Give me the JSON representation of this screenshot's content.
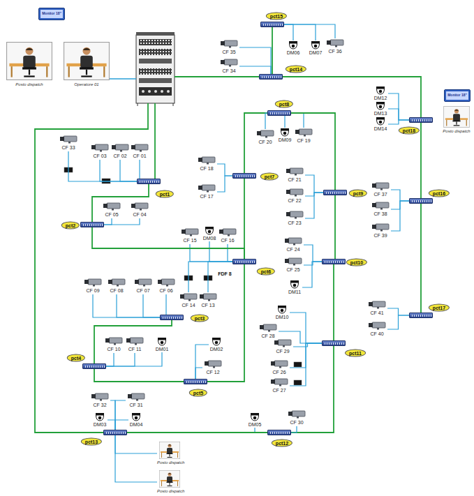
{
  "diagram": {
    "nodes": [
      {
        "text": [
          "Monitor 18''"
        ]
      },
      {
        "text": [
          "Posto dispatch"
        ]
      },
      {
        "text": [
          "Operatore 01"
        ]
      },
      {
        "text": [
          "pct15"
        ]
      },
      {
        "text": [
          "CF 35"
        ]
      },
      {
        "text": [
          "CF 34"
        ]
      },
      {
        "text": [
          "DM06"
        ]
      },
      {
        "text": [
          "DM07"
        ]
      },
      {
        "text": [
          "CF 36"
        ]
      },
      {
        "text": [
          "pct14"
        ]
      },
      {
        "text": [
          "DM12"
        ]
      },
      {
        "text": [
          "DM13"
        ]
      },
      {
        "text": [
          "DM14"
        ]
      },
      {
        "text": [
          "Monitor 18''"
        ]
      },
      {
        "text": [
          "Posto dispatch"
        ]
      },
      {
        "text": [
          "pct18"
        ]
      },
      {
        "text": [
          "pct16"
        ]
      },
      {
        "text": [
          "CF 37"
        ]
      },
      {
        "text": [
          "CF 38"
        ]
      },
      {
        "text": [
          "CF 39"
        ]
      },
      {
        "text": [
          "pct17"
        ]
      },
      {
        "text": [
          "CF 41"
        ]
      },
      {
        "text": [
          "CF 40"
        ]
      },
      {
        "text": [
          "CF 33"
        ]
      },
      {
        "text": [
          "CF 03"
        ]
      },
      {
        "text": [
          "CF 02"
        ]
      },
      {
        "text": [
          "CF 01"
        ]
      },
      {
        "text": [
          "pct1"
        ]
      },
      {
        "text": [
          "CF 05"
        ]
      },
      {
        "text": [
          "CF 04"
        ]
      },
      {
        "text": [
          "pct2"
        ]
      },
      {
        "text": [
          "CF 18"
        ]
      },
      {
        "text": [
          "CF 17"
        ]
      },
      {
        "text": [
          "pct7"
        ]
      },
      {
        "text": [
          "pct8"
        ]
      },
      {
        "text": [
          "CF 20"
        ]
      },
      {
        "text": [
          "DM09"
        ]
      },
      {
        "text": [
          "CF 19"
        ]
      },
      {
        "text": [
          "CF 21"
        ]
      },
      {
        "text": [
          "CF 22"
        ]
      },
      {
        "text": [
          "CF 23"
        ]
      },
      {
        "text": [
          "pct9"
        ]
      },
      {
        "text": [
          "CF 24"
        ]
      },
      {
        "text": [
          "CF 25"
        ]
      },
      {
        "text": [
          "DM11"
        ]
      },
      {
        "text": [
          "pct10"
        ]
      },
      {
        "text": [
          "DM10"
        ]
      },
      {
        "text": [
          "CF 28"
        ]
      },
      {
        "text": [
          "CF 29"
        ]
      },
      {
        "text": [
          "CF 26"
        ]
      },
      {
        "text": [
          "CF 27"
        ]
      },
      {
        "text": [
          "pct11"
        ]
      },
      {
        "text": [
          "DM05"
        ]
      },
      {
        "text": [
          "CF 30"
        ]
      },
      {
        "text": [
          "pct12"
        ]
      },
      {
        "text": [
          "CF 32"
        ]
      },
      {
        "text": [
          "DM03"
        ]
      },
      {
        "text": [
          "CF 31"
        ]
      },
      {
        "text": [
          "DM04"
        ]
      },
      {
        "text": [
          "pct13"
        ]
      },
      {
        "text": [
          "Posto dispatch"
        ]
      },
      {
        "text": [
          "Posto dispatch"
        ]
      },
      {
        "text": [
          "CF 15"
        ]
      },
      {
        "text": [
          "DM08"
        ]
      },
      {
        "text": [
          "CF 16"
        ]
      },
      {
        "text": [
          "CF 14"
        ]
      },
      {
        "text": [
          "CF 13"
        ]
      },
      {
        "text": [
          "pct6"
        ]
      },
      {
        "text": [
          "pct3"
        ]
      },
      {
        "text": [
          "CF 09"
        ]
      },
      {
        "text": [
          "CF 08"
        ]
      },
      {
        "text": [
          "CF 07"
        ]
      },
      {
        "text": [
          "CF 06"
        ]
      },
      {
        "text": [
          "CF 10"
        ]
      },
      {
        "text": [
          "CF 11"
        ]
      },
      {
        "text": [
          "DM01"
        ]
      },
      {
        "text": [
          "pct4"
        ]
      },
      {
        "text": [
          "DM02"
        ]
      },
      {
        "text": [
          "CF 12"
        ]
      },
      {
        "text": [
          "pct5"
        ]
      }
    ],
    "edges": [
      {
        "from": 4,
        "to": 9,
        "arrow": "none"
      },
      {
        "from": 5,
        "to": 9,
        "arrow": "none"
      },
      {
        "from": 6,
        "to": 3,
        "arrow": "none"
      },
      {
        "from": 7,
        "to": 3,
        "arrow": "none"
      },
      {
        "from": 8,
        "to": 3,
        "arrow": "none"
      },
      {
        "from": 3,
        "to": 9,
        "arrow": "none"
      },
      {
        "from": 9,
        "to": 15,
        "arrow": "none"
      },
      {
        "from": 10,
        "to": 15,
        "arrow": "none"
      },
      {
        "from": 11,
        "to": 15,
        "arrow": "none"
      },
      {
        "from": 12,
        "to": 15,
        "arrow": "none"
      },
      {
        "from": 15,
        "to": 16,
        "arrow": "none"
      },
      {
        "from": 16,
        "to": 20,
        "arrow": "none"
      },
      {
        "from": 17,
        "to": 16,
        "arrow": "none"
      },
      {
        "from": 18,
        "to": 16,
        "arrow": "none"
      },
      {
        "from": 19,
        "to": 16,
        "arrow": "none"
      },
      {
        "from": 21,
        "to": 20,
        "arrow": "none"
      },
      {
        "from": 22,
        "to": 20,
        "arrow": "none"
      },
      {
        "from": 23,
        "to": 27,
        "arrow": "none"
      },
      {
        "from": 24,
        "to": 27,
        "arrow": "none"
      },
      {
        "from": 25,
        "to": 27,
        "arrow": "none"
      },
      {
        "from": 26,
        "to": 27,
        "arrow": "none"
      },
      {
        "from": 27,
        "to": 30,
        "arrow": "none"
      },
      {
        "from": 28,
        "to": 30,
        "arrow": "none"
      },
      {
        "from": 29,
        "to": 30,
        "arrow": "none"
      },
      {
        "from": 31,
        "to": 33,
        "arrow": "none"
      },
      {
        "from": 32,
        "to": 33,
        "arrow": "none"
      },
      {
        "from": 33,
        "to": 34,
        "arrow": "none"
      },
      {
        "from": 35,
        "to": 34,
        "arrow": "none"
      },
      {
        "from": 36,
        "to": 34,
        "arrow": "none"
      },
      {
        "from": 37,
        "to": 34,
        "arrow": "none"
      },
      {
        "from": 34,
        "to": 41,
        "arrow": "none"
      },
      {
        "from": 38,
        "to": 41,
        "arrow": "none"
      },
      {
        "from": 39,
        "to": 41,
        "arrow": "none"
      },
      {
        "from": 40,
        "to": 41,
        "arrow": "none"
      },
      {
        "from": 41,
        "to": 45,
        "arrow": "none"
      },
      {
        "from": 42,
        "to": 45,
        "arrow": "none"
      },
      {
        "from": 43,
        "to": 45,
        "arrow": "none"
      },
      {
        "from": 44,
        "to": 45,
        "arrow": "none"
      },
      {
        "from": 45,
        "to": 51,
        "arrow": "none"
      },
      {
        "from": 46,
        "to": 51,
        "arrow": "none"
      },
      {
        "from": 47,
        "to": 51,
        "arrow": "none"
      },
      {
        "from": 48,
        "to": 51,
        "arrow": "none"
      },
      {
        "from": 49,
        "to": 51,
        "arrow": "none"
      },
      {
        "from": 50,
        "to": 51,
        "arrow": "none"
      },
      {
        "from": 51,
        "to": 54,
        "arrow": "none"
      },
      {
        "from": 52,
        "to": 54,
        "arrow": "none"
      },
      {
        "from": 53,
        "to": 54,
        "arrow": "none"
      },
      {
        "from": 54,
        "to": 59,
        "arrow": "none"
      },
      {
        "from": 55,
        "to": 59,
        "arrow": "none"
      },
      {
        "from": 56,
        "to": 59,
        "arrow": "none"
      },
      {
        "from": 57,
        "to": 59,
        "arrow": "none"
      },
      {
        "from": 58,
        "to": 59,
        "arrow": "none"
      },
      {
        "from": 59,
        "to": 60,
        "arrow": "none"
      },
      {
        "from": 59,
        "to": 61,
        "arrow": "none"
      },
      {
        "from": 62,
        "to": 67,
        "arrow": "none"
      },
      {
        "from": 63,
        "to": 67,
        "arrow": "none"
      },
      {
        "from": 64,
        "to": 67,
        "arrow": "none"
      },
      {
        "from": 65,
        "to": 67,
        "arrow": "none"
      },
      {
        "from": 66,
        "to": 67,
        "arrow": "none"
      },
      {
        "from": 30,
        "to": 67,
        "arrow": "none"
      },
      {
        "from": 67,
        "to": 33,
        "arrow": "none"
      },
      {
        "from": 69,
        "to": 68,
        "arrow": "none"
      },
      {
        "from": 70,
        "to": 68,
        "arrow": "none"
      },
      {
        "from": 71,
        "to": 68,
        "arrow": "none"
      },
      {
        "from": 72,
        "to": 68,
        "arrow": "none"
      },
      {
        "from": 68,
        "to": 76,
        "arrow": "none"
      },
      {
        "from": 73,
        "to": 76,
        "arrow": "none"
      },
      {
        "from": 74,
        "to": 76,
        "arrow": "none"
      },
      {
        "from": 75,
        "to": 76,
        "arrow": "none"
      },
      {
        "from": 76,
        "to": 79,
        "arrow": "none"
      },
      {
        "from": 77,
        "to": 79,
        "arrow": "none"
      },
      {
        "from": 78,
        "to": 79,
        "arrow": "none"
      },
      {
        "from": 79,
        "to": 67,
        "arrow": "none"
      }
    ],
    "labels": [
      "FDF 8"
    ]
  }
}
